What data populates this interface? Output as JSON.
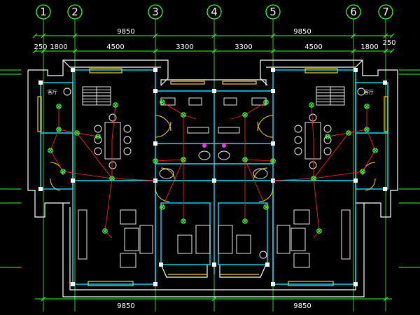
{
  "axes": [
    {
      "id": "axis-1",
      "label": "1"
    },
    {
      "id": "axis-2",
      "label": "2"
    },
    {
      "id": "axis-3",
      "label": "3"
    },
    {
      "id": "axis-4",
      "label": "4"
    },
    {
      "id": "axis-5",
      "label": "5"
    },
    {
      "id": "axis-6",
      "label": "6"
    },
    {
      "id": "axis-7",
      "label": "7"
    }
  ],
  "dimensions": {
    "top_overall_left": "9850",
    "top_overall_right": "9850",
    "top_segments": [
      "250",
      "1800",
      "4500",
      "3300",
      "3300",
      "4500",
      "1800",
      "250"
    ],
    "bottom_overall_left": "9850",
    "bottom_overall_right": "9850"
  },
  "colors": {
    "background": "#000000",
    "axis_green": "#33ff33",
    "wall_cyan": "#00e5ff",
    "window_yellow": "#ffd400",
    "wire_red": "#ff2020",
    "furniture_white": "#ffffff"
  }
}
